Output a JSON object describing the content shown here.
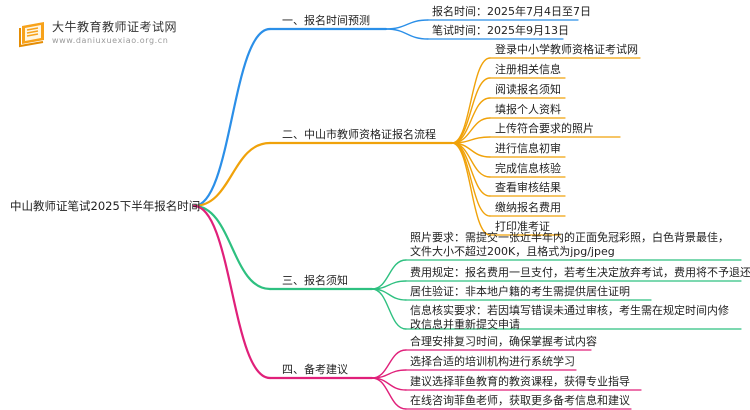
{
  "logo": {
    "title": "大牛教育教师证考试网",
    "url": "www.daniuxuexiao.org.cn",
    "icon": "book-logo-icon"
  },
  "colors": {
    "blue": "#2b8fe8",
    "orange": "#f0a20a",
    "green": "#2ec080",
    "magenta": "#e0207a",
    "logo_orange": "#f7a21b"
  },
  "root": "中山教师证笔试2025下半年报名时间",
  "branches": [
    {
      "title": "一、报名时间预测",
      "items": [
        "报名时间：2025年7月4日至7日",
        "笔试时间：2025年9月13日"
      ]
    },
    {
      "title": "二、中山市教师资格证报名流程",
      "items": [
        "登录中小学教师资格证考试网",
        "注册相关信息",
        "阅读报名须知",
        "填报个人资料",
        "上传符合要求的照片",
        "进行信息初审",
        "完成信息核验",
        "查看审核结果",
        "缴纳报名费用",
        "打印准考证"
      ]
    },
    {
      "title": "三、报名须知",
      "items": [
        "照片要求：需提交一张近半年内的正面免冠彩照，白色背景最佳，文件大小不超过200K，且格式为jpg/jpeg",
        "费用规定：报名费用一旦支付，若考生决定放弃考试，费用将不予退还",
        "居住验证：非本地户籍的考生需提供居住证明",
        "信息核实要求：若因填写错误未通过审核，考生需在规定时间内修改信息并重新提交申请"
      ]
    },
    {
      "title": "四、备考建议",
      "items": [
        "合理安排复习时间，确保掌握考试内容",
        "选择合适的培训机构进行系统学习",
        "建议选择菲鱼教育的教资课程，获得专业指导",
        "在线咨询菲鱼老师，获取更多备考信息和建议"
      ]
    }
  ]
}
